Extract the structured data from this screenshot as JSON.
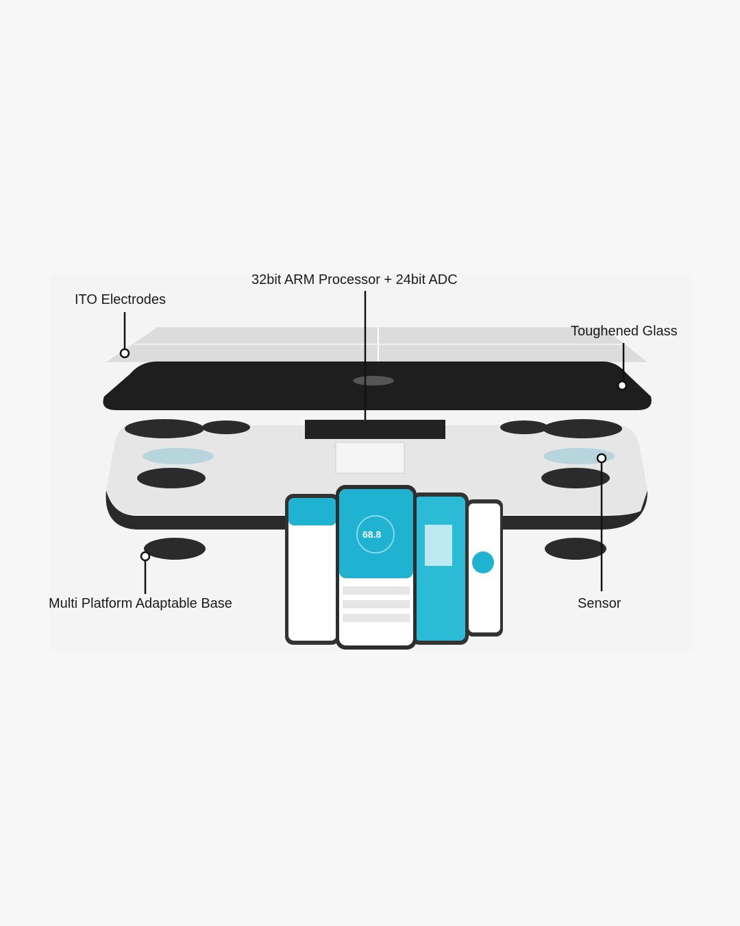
{
  "labels": {
    "processor": "32bit ARM Processor + 24bit ADC",
    "electrodes": "ITO Electrodes",
    "glass": "Toughened Glass",
    "base": "Multi Platform Adaptable Base",
    "sensor": "Sensor"
  },
  "phone": {
    "weight_value": "68.8"
  },
  "colors": {
    "app_teal": "#1fb3d1",
    "scale_dark": "#1c1c1c",
    "glass": "#d9d9d9"
  }
}
